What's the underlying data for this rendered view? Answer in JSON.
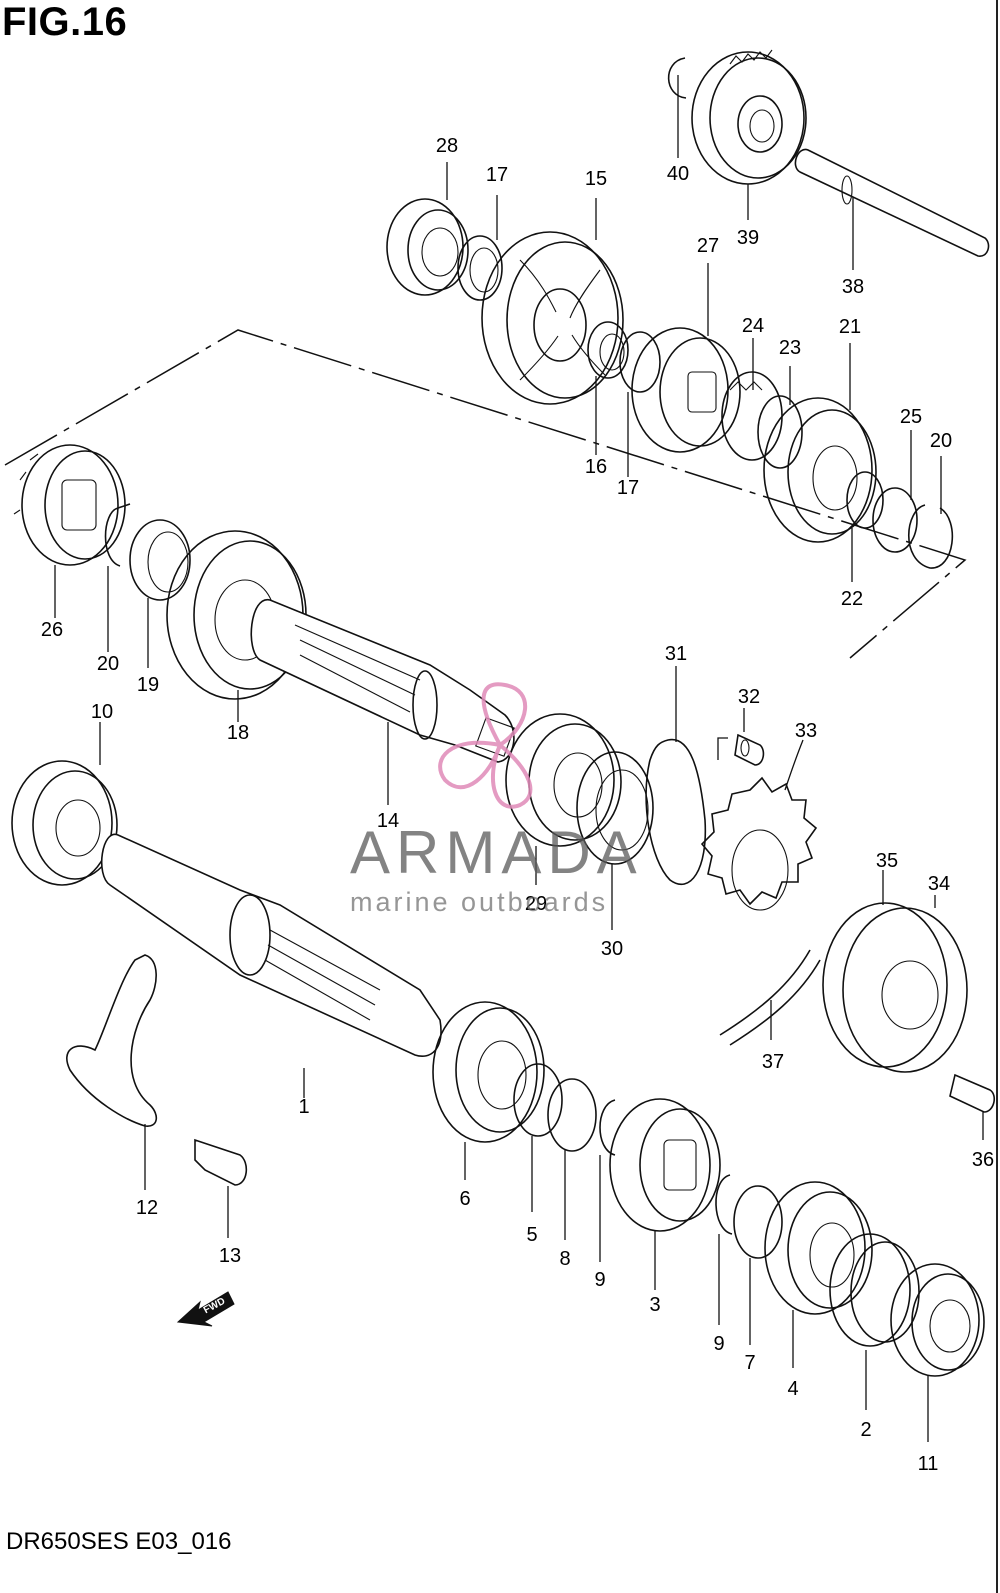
{
  "figure": {
    "title": "FIG.16",
    "code": "DR650SES E03_016",
    "fwd_label": "FWD"
  },
  "watermark": {
    "brand": "ARMADA",
    "tagline": "marine outboards",
    "logo_color": "#e08ab8"
  },
  "callouts": [
    "1",
    "2",
    "3",
    "4",
    "5",
    "6",
    "7",
    "8",
    "9",
    "9",
    "10",
    "11",
    "12",
    "13",
    "14",
    "15",
    "16",
    "17",
    "17",
    "18",
    "19",
    "20",
    "20",
    "21",
    "22",
    "23",
    "24",
    "25",
    "26",
    "27",
    "28",
    "29",
    "30",
    "31",
    "32",
    "33",
    "34",
    "35",
    "36",
    "37",
    "38",
    "39",
    "40"
  ],
  "icons": {
    "fwd": "fwd-arrow-icon",
    "logo": "propeller-logo-icon"
  }
}
